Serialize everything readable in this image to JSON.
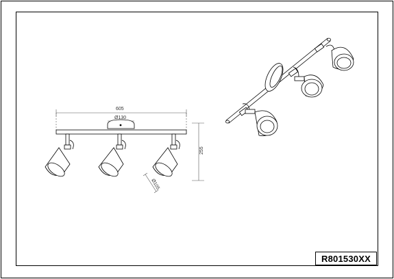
{
  "drawing": {
    "dimensions": {
      "width": "605",
      "base_diameter": "Ø130",
      "height": "255",
      "shade_diameter": "Ø105"
    },
    "product_code": "R801530XX"
  },
  "colors": {
    "line": "#000000",
    "dimension_line": "#444444",
    "background": "#ffffff"
  }
}
